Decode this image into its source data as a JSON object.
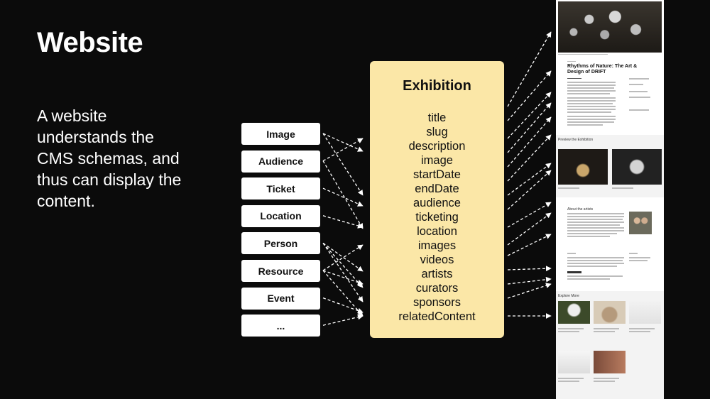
{
  "slide": {
    "title": "Website",
    "body": "A website understands the CMS schemas, and thus can display the content."
  },
  "schema_types": [
    "Image",
    "Audience",
    "Ticket",
    "Location",
    "Person",
    "Resource",
    "Event",
    "..."
  ],
  "exhibition": {
    "title": "Exhibition",
    "fields": [
      "title",
      "slug",
      "description",
      "image",
      "startDate",
      "endDate",
      "audience",
      "ticketing",
      "location",
      "images",
      "videos",
      "artists",
      "curators",
      "sponsors",
      "relatedContent"
    ]
  },
  "website_preview": {
    "page_title": "Rhythms of Nature: The Art & Design of DRIFT",
    "sections": [
      "Preview the Exhibition",
      "About the artists",
      "Explore More"
    ]
  },
  "colors": {
    "background": "#0b0b0b",
    "exhibition_card": "#fbe7a7",
    "type_box": "#ffffff"
  }
}
